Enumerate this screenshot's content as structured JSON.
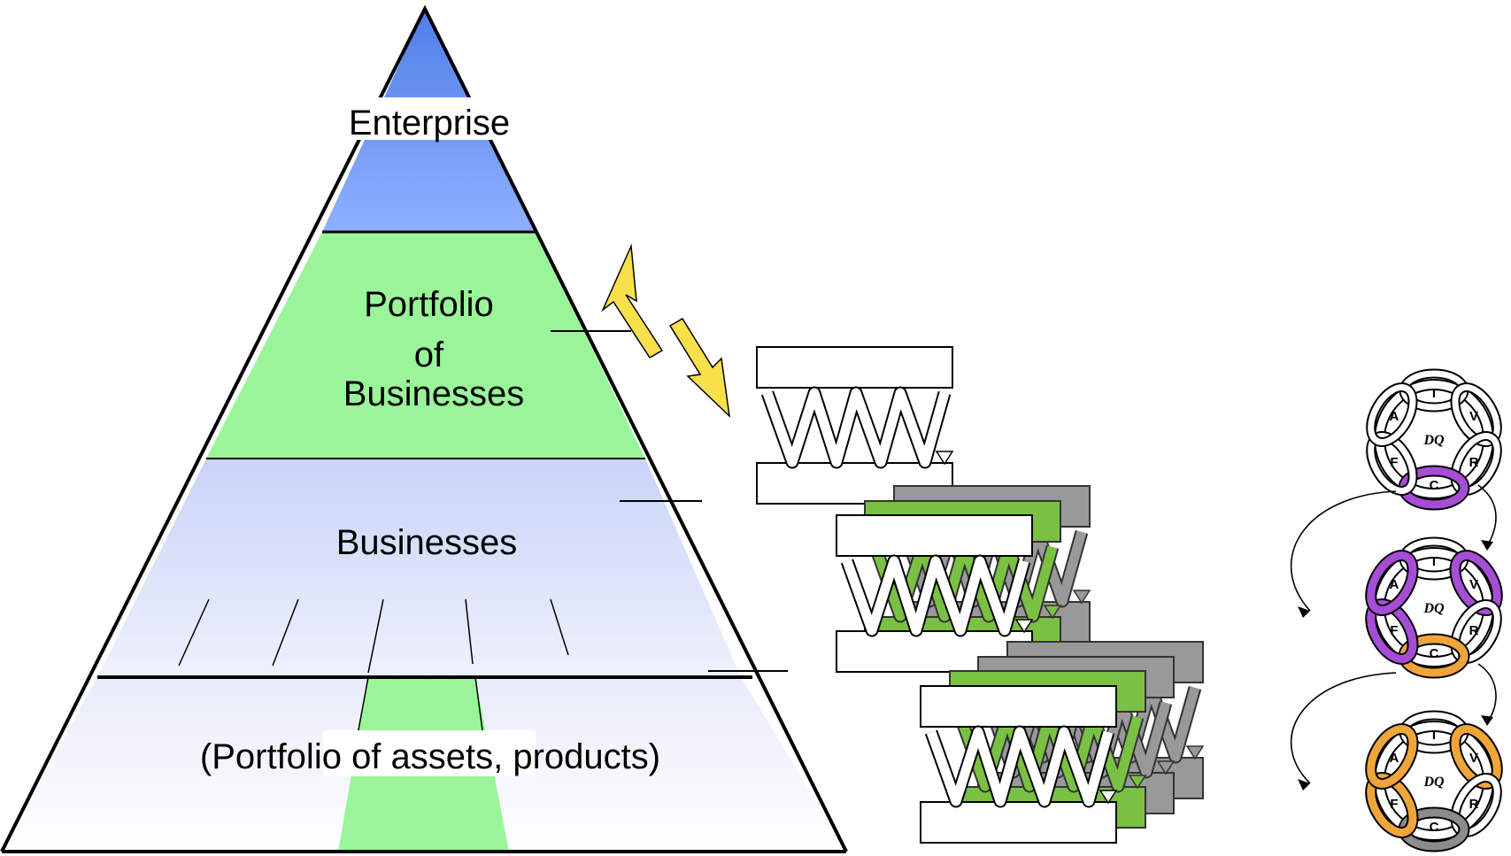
{
  "pyramid": {
    "levels": [
      {
        "lines": [
          "Enterprise"
        ],
        "color": "#6f94f5"
      },
      {
        "lines": [
          "Portfolio",
          "of",
          "Businesses"
        ],
        "color": "#9af59a"
      },
      {
        "lines": [
          "Businesses"
        ],
        "color": "#d4ddf7"
      },
      {
        "lines": [
          "(Portfolio of assets, products)"
        ],
        "color": "#eef1fb"
      }
    ],
    "stripe_color": "#9af59a"
  },
  "arrow_color": "#f7e04a",
  "stacks": {
    "front_color": "#ffffff",
    "mid_color": "#7ac143",
    "back_color": "#999999"
  },
  "rings": {
    "letters": [
      "I",
      "V",
      "R",
      "C",
      "F",
      "A"
    ],
    "center": "DQ",
    "stages": [
      {
        "highlight": {
          "C": "#a64dd6"
        }
      },
      {
        "highlight": {
          "V": "#a64dd6",
          "A": "#a64dd6",
          "F": "#a64dd6",
          "C": "#f0a53a"
        }
      },
      {
        "highlight": {
          "V": "#f0a53a",
          "A": "#f0a53a",
          "F": "#f0a53a",
          "C": "#8c8c8c"
        }
      }
    ]
  }
}
